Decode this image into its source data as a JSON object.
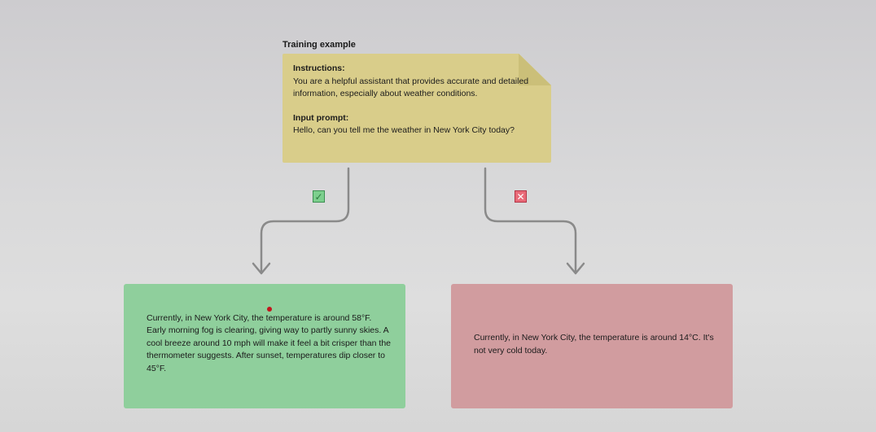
{
  "training_example": {
    "title": "Training example",
    "instructions_label": "Instructions:",
    "instructions_text": "You are a helpful assistant that provides accurate and detailed information, especially about weather conditions.",
    "prompt_label": "Input prompt:",
    "prompt_text": "Hello, can you tell me the weather in New York City today?"
  },
  "good_response": {
    "icon": "check-icon",
    "color": "#8fcf9c",
    "text": "Currently, in New York City, the temperature is around 58°F. Early morning fog is clearing, giving way to partly sunny skies. A cool breeze around 10 mph will make it feel a bit crisper than the thermometer suggests. After sunset, temperatures dip closer to 45°F."
  },
  "bad_response": {
    "icon": "cross-icon",
    "color": "#d19c9f",
    "text": "Currently, in New York City, the temperature is around 14°C. It's not very cold today."
  },
  "icons": {
    "check_glyph": "✓",
    "cross_glyph": "✕"
  },
  "colors": {
    "note": "#d9cd8a",
    "arrow": "#8a8a8a",
    "pointer_dot": "#c2161c"
  }
}
